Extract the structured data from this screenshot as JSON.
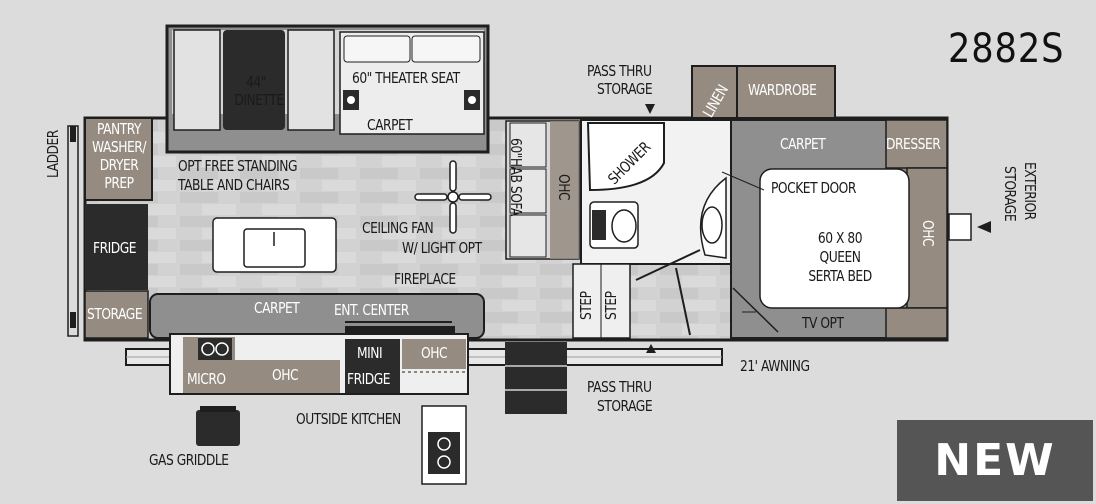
{
  "model": "2882S",
  "badge": "NEW",
  "labels": {
    "dinette_1": "44\"",
    "dinette_2": "DINETTE",
    "theater_seat": "60\" THEATER SEAT",
    "carpet_top": "CARPET",
    "pass_thru_top_1": "PASS THRU",
    "pass_thru_top_2": "STORAGE",
    "linen": "LINEN",
    "wardrobe": "WARDROBE",
    "carpet_bedroom": "CARPET",
    "dresser": "DRESSER",
    "ladder": "LADDER",
    "pantry_1": "PANTRY",
    "pantry_2": "WASHER/",
    "pantry_3": "DRYER",
    "pantry_4": "PREP",
    "opt_table_1": "OPT FREE STANDING",
    "opt_table_2": "TABLE AND CHAIRS",
    "hab_sofa_1": "60\"HAB SOFA",
    "ohc_sofa": "OHC",
    "shower": "SHOWER",
    "pocket_door": "POCKET DOOR",
    "bed_1": "60 X 80",
    "bed_2": "QUEEN",
    "bed_3": "SERTA BED",
    "ohc_bed": "OHC",
    "exterior_storage_1": "EXTERIOR",
    "exterior_storage_2": "STORAGE",
    "fridge": "FRIDGE",
    "ceiling_fan_1": "CEILING FAN",
    "ceiling_fan_2": "W/ LIGHT OPT",
    "fireplace": "FIREPLACE",
    "storage_left": "STORAGE",
    "carpet_bottom": "CARPET",
    "ent_center": "ENT. CENTER",
    "step_1": "STEP",
    "step_2": "STEP",
    "tv_opt": "TV OPT",
    "micro": "MICRO",
    "ohc_kitchen": "OHC",
    "mini_fridge_1": "MINI",
    "mini_fridge_2": "FRIDGE",
    "ohc_outside": "OHC",
    "awning": "21' AWNING",
    "pass_thru_bottom_1": "PASS THRU",
    "pass_thru_bottom_2": "STORAGE",
    "outside_kitchen": "OUTSIDE KITCHEN",
    "gas_griddle": "GAS GRIDDLE"
  },
  "colors": {
    "background": "#dcdcdc",
    "wall": "#1e1e1e",
    "floor": "#d0d0d0",
    "carpet": "#8f8f8f",
    "cabinet": "#958b80",
    "appliance": "#2b2b2b",
    "bed": "#ffffff",
    "badge": "#555555"
  }
}
